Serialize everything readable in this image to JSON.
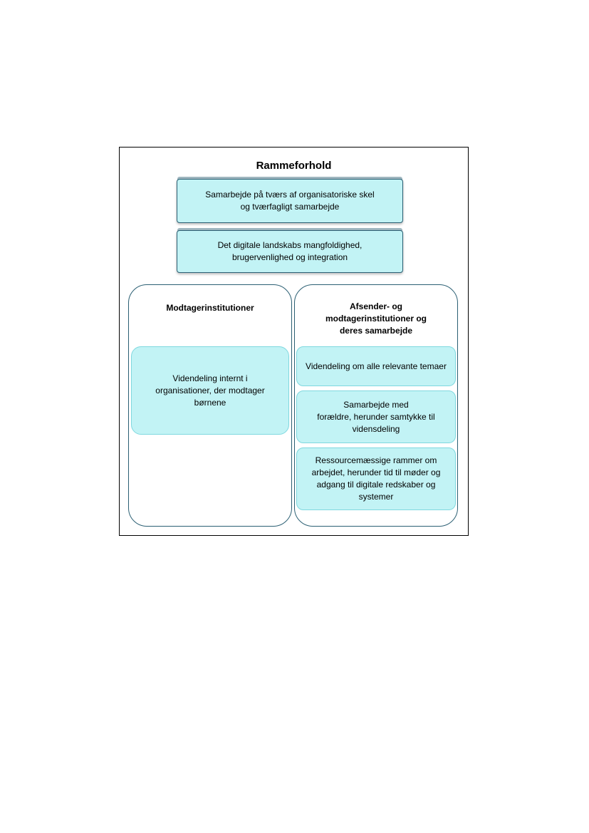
{
  "diagram": {
    "title": "Rammeforhold",
    "top_boxes": [
      {
        "line1": "Samarbejde på tværs af organisatoriske skel",
        "line2": "og tværfagligt samarbejde"
      },
      {
        "line1": "Det digitale landskabs mangfoldighed,",
        "line2": "brugervenlighed og integration"
      }
    ],
    "left_column": {
      "title": "Modtagerinstitutioner",
      "box": {
        "line1": "Videndeling internt i",
        "line2": "organisationer, der modtager",
        "line3": "børnene"
      }
    },
    "right_column": {
      "title_line1": "Afsender- og",
      "title_line2": "modtagerinstitutioner og",
      "title_line3": "deres samarbejde",
      "boxes": [
        {
          "line1": "Videndeling om alle relevante temaer"
        },
        {
          "line1": "Samarbejde med",
          "line2": "forældre, herunder samtykke til",
          "line3": "vidensdeling"
        },
        {
          "line1": "Ressourcemæssige rammer om",
          "line2": "arbejdet, herunder tid til møder og",
          "line3": "adgang til digitale redskaber og",
          "line4": "systemer"
        }
      ]
    },
    "colors": {
      "box_fill": "#c2f3f5",
      "box_border": "#2b5f73",
      "sub_border": "#7fd8df"
    }
  }
}
